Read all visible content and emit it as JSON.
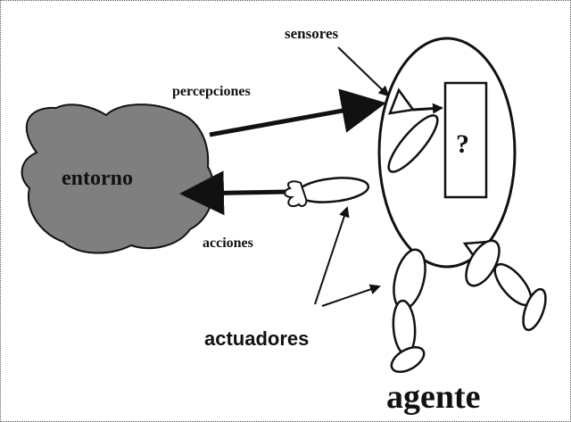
{
  "diagram": {
    "labels": {
      "environment": "entorno",
      "perceptions": "percepciones",
      "sensors": "sensores",
      "actions": "acciones",
      "actuators": "actuadores",
      "agent": "agente",
      "unknown": "?"
    },
    "colors": {
      "environment_fill": "#7f7f7f",
      "stroke": "#111111",
      "background": "#ffffff"
    }
  }
}
